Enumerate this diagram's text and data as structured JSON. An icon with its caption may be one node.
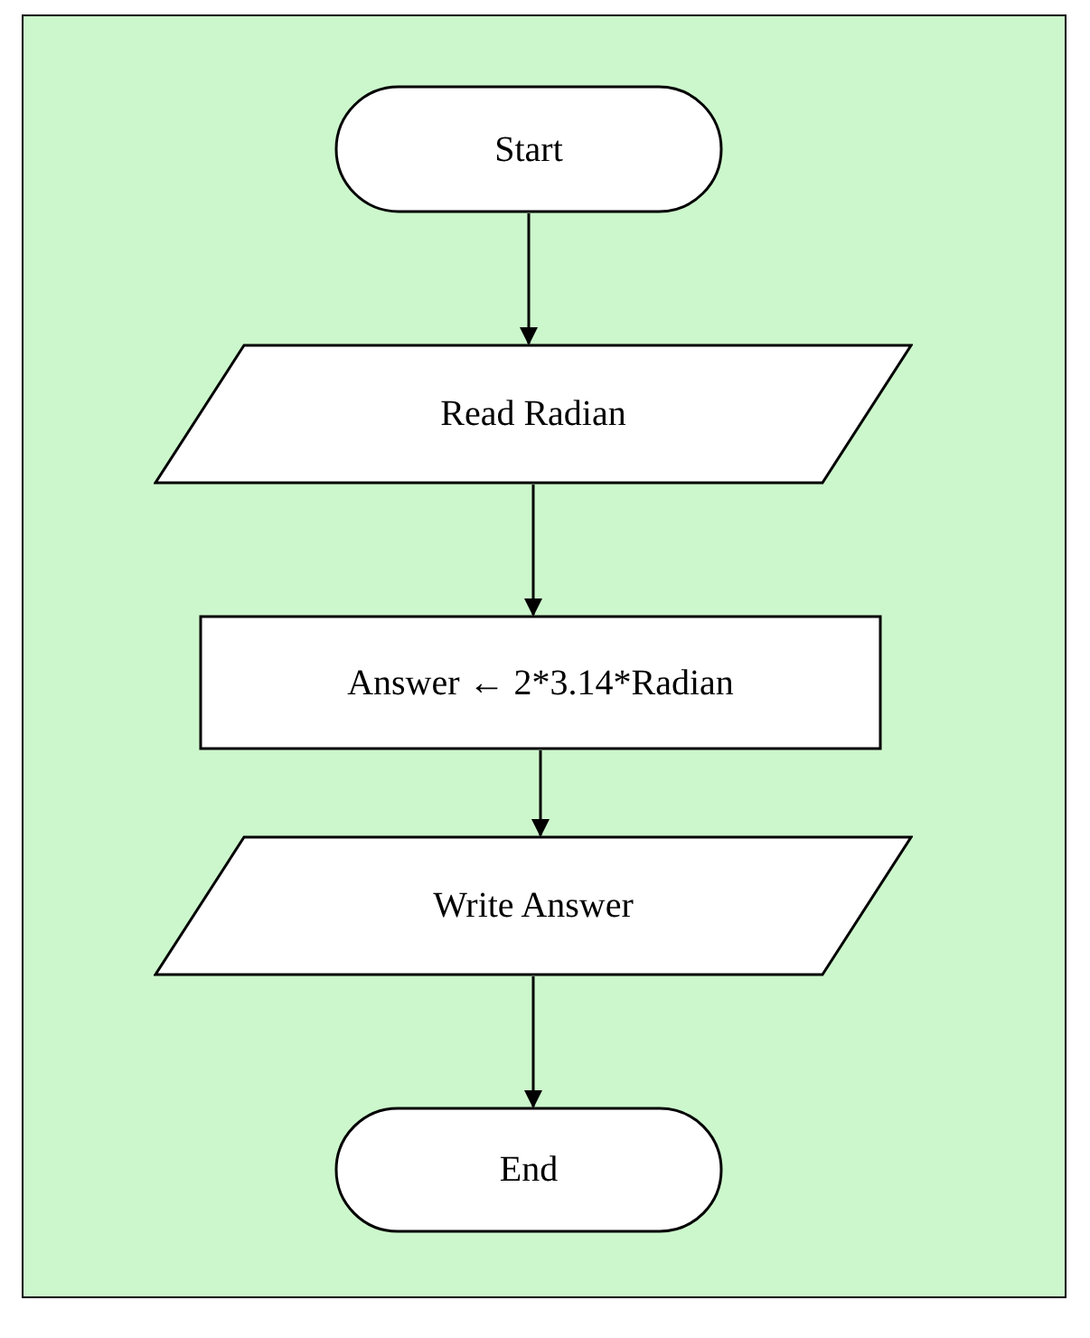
{
  "diagram": {
    "nodes": [
      {
        "text": [
          "Start"
        ]
      },
      {
        "text": [
          "Read Radian"
        ]
      },
      {
        "text": [
          "Answer ← 2*3.14*Radian"
        ]
      },
      {
        "text": [
          "Write Answer"
        ]
      },
      {
        "text": [
          "End"
        ]
      }
    ],
    "edges": [
      {
        "from": 0,
        "to": 1,
        "arrow": "to"
      },
      {
        "from": 1,
        "to": 2,
        "arrow": "to"
      },
      {
        "from": 2,
        "to": 3,
        "arrow": "to"
      },
      {
        "from": 3,
        "to": 4,
        "arrow": "to"
      }
    ]
  }
}
